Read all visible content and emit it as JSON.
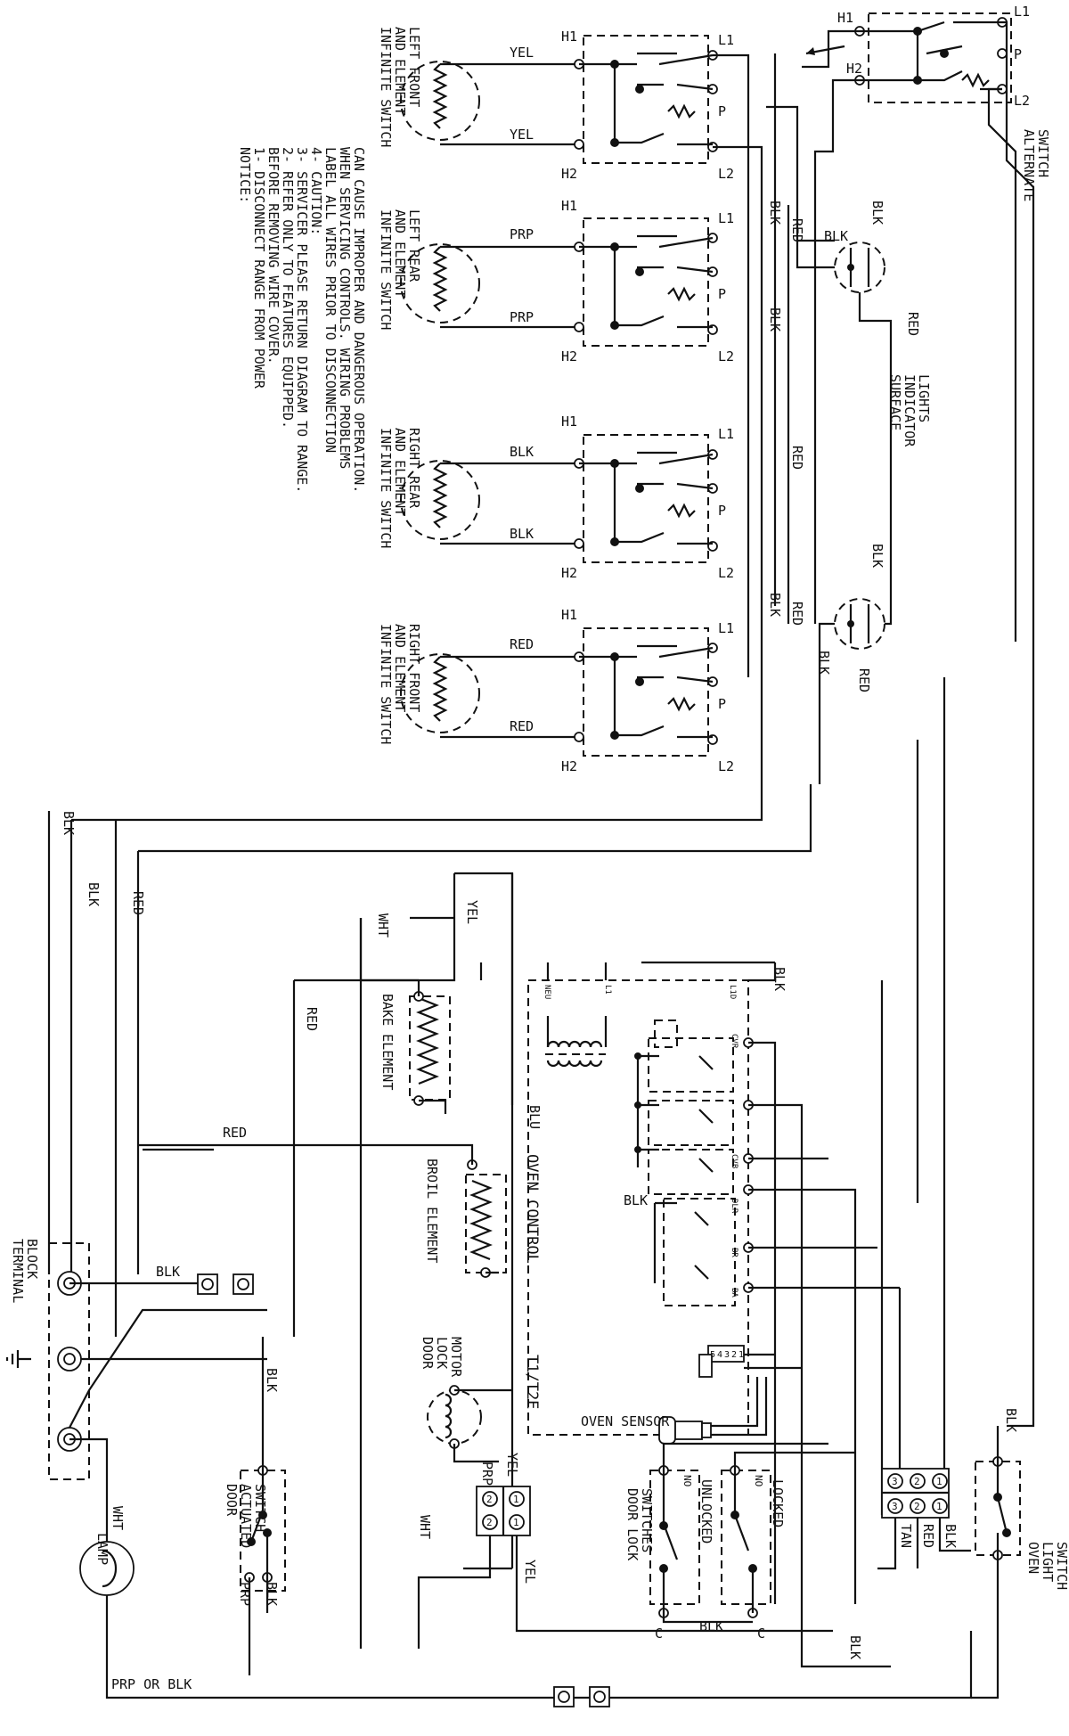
{
  "notice": {
    "lines": [
      "NOTICE:",
      "1- DISCONNECT RANGE FROM POWER",
      "   BEFORE REMOVING WIRE COVER.",
      "2- REFER ONLY TO FEATURES EQUIPPED.",
      "3- SERVICER PLEASE RETURN DIAGRAM TO RANGE.",
      "4- CAUTION:",
      "   LABEL ALL WIRES PRIOR TO DISCONNECTION",
      "   WHEN SERVICING CONTROLS. WIRING PROBLEMS",
      "   CAN CAUSE IMPROPER AND DANGEROUS OPERATION."
    ]
  },
  "switches": [
    {
      "title": [
        "INFINITE SWITCH",
        "AND ELEMENT",
        "LEFT FRONT"
      ],
      "wire": "YEL"
    },
    {
      "title": [
        "INFINITE SWITCH",
        "AND ELEMENT",
        "LEFT REAR"
      ],
      "wire": "PRP"
    },
    {
      "title": [
        "INFINITE SWITCH",
        "AND ELEMENT",
        "RIGHT REAR"
      ],
      "wire": "BLK"
    },
    {
      "title": [
        "INFINITE SWITCH",
        "AND ELEMENT",
        "RIGHT FRONT"
      ],
      "wire": "RED"
    }
  ],
  "terminals": {
    "h1": "H1",
    "h2": "H2",
    "l1": "L1",
    "l2": "L2",
    "p": "P"
  },
  "alternate_switch": {
    "title": [
      "ALTERNATE",
      "SWITCH"
    ]
  },
  "indicator": {
    "title": [
      "SURFACE",
      "INDICATOR",
      "LIGHTS"
    ]
  },
  "wires": {
    "blk": "BLK",
    "red": "RED",
    "wht": "WHT",
    "yel": "YEL",
    "blu": "BLU",
    "prp": "PRP",
    "tan": "TAN",
    "prp_or_blk": "PRP OR BLK"
  },
  "components": {
    "bake": "BAKE ELEMENT",
    "broil": "BROIL ELEMENT",
    "oven_control": "OVEN CONTROL",
    "t1t2e": "T1/T2E",
    "oven_sensor": "OVEN SENSOR",
    "door_lock_motor": [
      "DOOR",
      "LOCK",
      "MOTOR"
    ],
    "door_lock_switches": [
      "DOOR LOCK",
      "SWITCHES"
    ],
    "unlocked": "UNLOCKED",
    "locked": "LOCKED",
    "no": "NO",
    "c": "C",
    "terminal_block": [
      "TERMINAL",
      "BLOCK"
    ],
    "lamp": "LAMP",
    "door_actuated_switch": [
      "DOOR",
      "ACTUATED",
      "SWITCH"
    ],
    "oven_light_switch": [
      "OVEN",
      "LIGHT",
      "SWITCH"
    ]
  },
  "relay_labels": [
    "NEU",
    "L1",
    "L1D",
    "CVR",
    "CVB",
    "DLR",
    "BR",
    "BA"
  ],
  "connector_pins": [
    "5",
    "4",
    "3",
    "2",
    "1"
  ],
  "plug_numbers": [
    "1",
    "2",
    "3"
  ]
}
